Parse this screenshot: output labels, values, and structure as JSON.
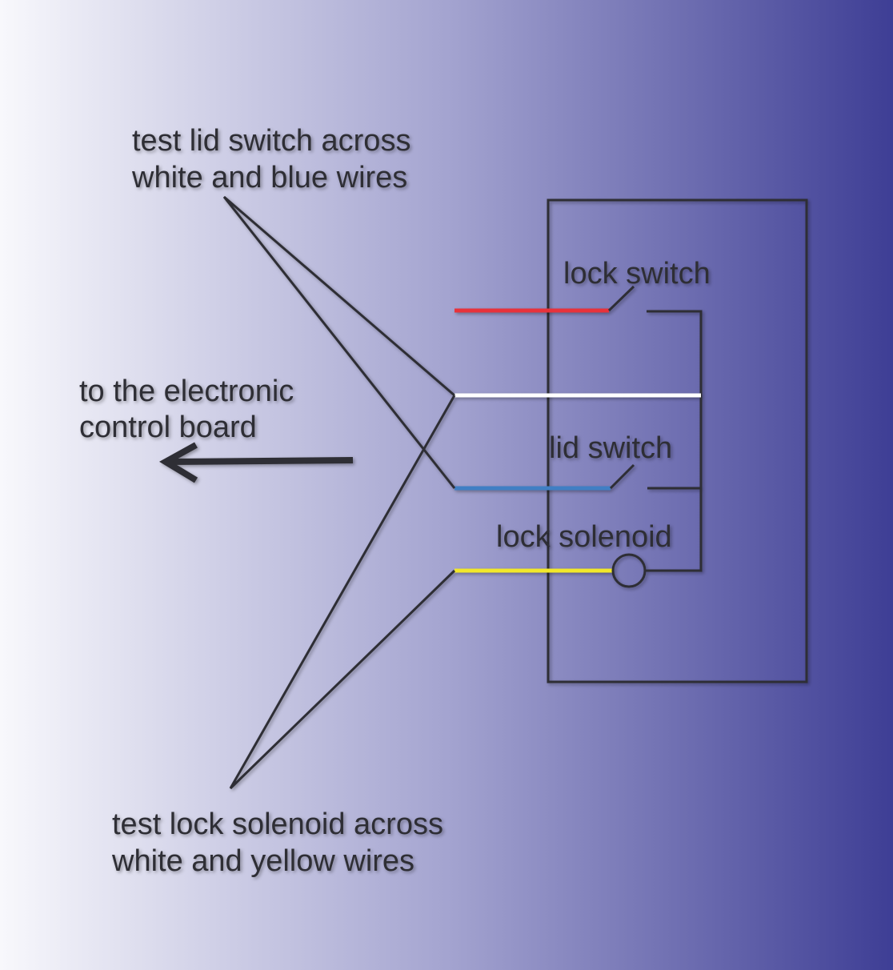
{
  "labels": {
    "lid_test_1": "test lid switch across",
    "lid_test_2": "white and blue wires",
    "lock_switch": "lock switch",
    "board_1": "to the electronic",
    "board_2": "control board",
    "lid_switch": "lid switch",
    "lock_solenoid": "lock solenoid",
    "solenoid_test_1": "test lock solenoid across",
    "solenoid_test_2": "white and yellow wires"
  },
  "colors": {
    "background_left": "#f8f8fc",
    "background_right": "#3e3e95",
    "wire_red": "#e8303a",
    "wire_white": "#ffffff",
    "wire_blue": "#3f7fc4",
    "wire_yellow": "#f2e82a",
    "line": "#2f2f34"
  },
  "icons": {
    "arrow": "arrow-left-icon"
  }
}
